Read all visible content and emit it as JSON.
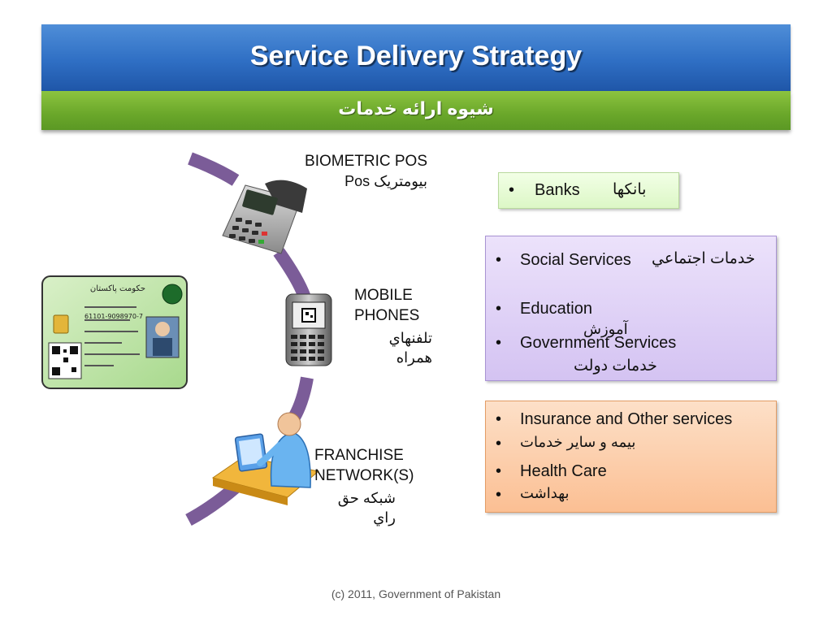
{
  "header": {
    "title": "Service Delivery Strategy",
    "subtitle": "شیوه ارائه خدمات"
  },
  "channels": {
    "pos": {
      "label_en": "BIOMETRIC POS",
      "label_fa": "بیومتریک Pos"
    },
    "mobile": {
      "label_line1": "MOBILE",
      "label_line2": "PHONES",
      "label_fa": "تلفنهاي همراه"
    },
    "franchise": {
      "label_line1": "FRANCHISE",
      "label_line2": "NETWORK(S)",
      "label_fa": "شبكه حق راي"
    }
  },
  "services": {
    "banks": {
      "bullet": "•",
      "en": "Banks",
      "fa": "بانکها"
    },
    "social": {
      "bullet": "•",
      "items": [
        {
          "en": "Social Services",
          "fa": "خدمات اجتماعي"
        },
        {
          "en": "Education",
          "fa": "آموزش"
        },
        {
          "en": "Government Services",
          "fa": "خدمات دولت"
        }
      ]
    },
    "insurance": {
      "bullet": "•",
      "items": [
        {
          "en": "Insurance and Other services",
          "fa": "بیمه و سایر خدمات"
        },
        {
          "en": "Health Care",
          "fa": "بهداشت"
        }
      ]
    }
  },
  "id_card": {
    "header_text": "حکومت پاکستان",
    "number": "61101-9098970-7"
  },
  "colors": {
    "title_blue": "#2f6fc4",
    "subtitle_green": "#6aa72a",
    "arc_purple": "#7b5c98",
    "banks_box": "#dcf7c6",
    "social_box": "#d4c3f2",
    "insurance_box": "#fbbf93"
  },
  "footer": {
    "copyright": "(c) 2011, Government of Pakistan"
  }
}
